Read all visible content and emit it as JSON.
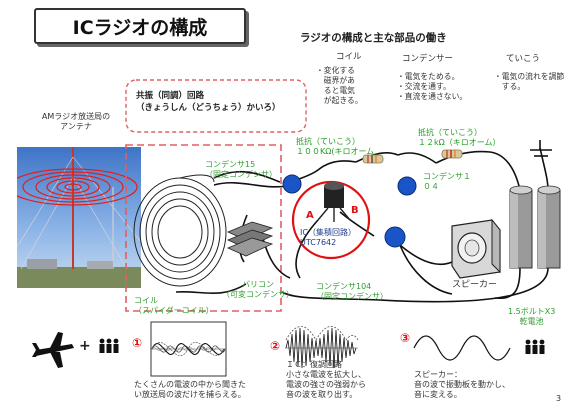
{
  "title": "ICラジオの構成",
  "subtitle": "ラジオの構成と主な部品の働き",
  "parts": {
    "coil": {
      "header": "コイル",
      "bullets": [
        "・変化する",
        "　磁界があ",
        "　ると電気",
        "　が起きる。"
      ]
    },
    "condenser": {
      "header": "コンデンサー",
      "bullets": [
        "・電気をためる。",
        "・交流を通す。",
        "・直流を通さない。"
      ]
    },
    "resistor": {
      "header": "ていこう",
      "bullets": [
        "・電気の流れを調節",
        "　する。"
      ]
    }
  },
  "callout": {
    "line1": "共振（同調）回路",
    "line2": "（きょうしん（どうちょう）かいろ）"
  },
  "antenna_label": {
    "line1": "AMラジオ放送局の",
    "line2": "アンテナ"
  },
  "labels": {
    "condenser15_1": "コンデンサ15",
    "condenser15_2": "（固定コンデンサ）",
    "resistor100k_1": "抵抗（ていこう）",
    "resistor100k_2": "１００KΩ(キロオーム",
    "resistor12k_1": "抵抗（ていこう）",
    "resistor12k_2": "１２kΩ（キロオーム）",
    "condenser104a_1": "コンデンサ１",
    "condenser104a_2": "０４",
    "ic_1": "IC（集積回路）",
    "ic_2": "UTC7642",
    "pin_a": "A",
    "pin_b": "B",
    "varicon_1": "バリコン",
    "varicon_2": "（可変コンデンサ）",
    "condenser104b_1": "コンデンサ104",
    "condenser104b_2": "（固定コンデンサ）",
    "coil_1": "コイル",
    "coil_2": "（スパイダーコイル）",
    "speaker": "スピーカー",
    "battery_1": "1.5ボルトX3",
    "battery_2": "乾電池"
  },
  "steps": {
    "num1": "①",
    "num2": "②",
    "num3": "③",
    "plus": "+",
    "cap1_1": "たくさんの電波の中から聞きた",
    "cap1_2": "い放送局の波だけを捕らえる。",
    "cap2_1": "ＩＣ：復調回路",
    "cap2_2": "小さな電波を拡大し、",
    "cap2_3": "電波の強さの強弱から",
    "cap2_4": "音の波を取り出す。",
    "cap3_1": "スピーカー：",
    "cap3_2": "音の波で振動板を動かし、",
    "cap3_3": "音に変える。"
  },
  "page_number": "3",
  "colors": {
    "accent_red": "#e01010",
    "callout_border": "#e06060",
    "label_green": "#2f9e2f",
    "part_blue": "#1a55c8"
  }
}
